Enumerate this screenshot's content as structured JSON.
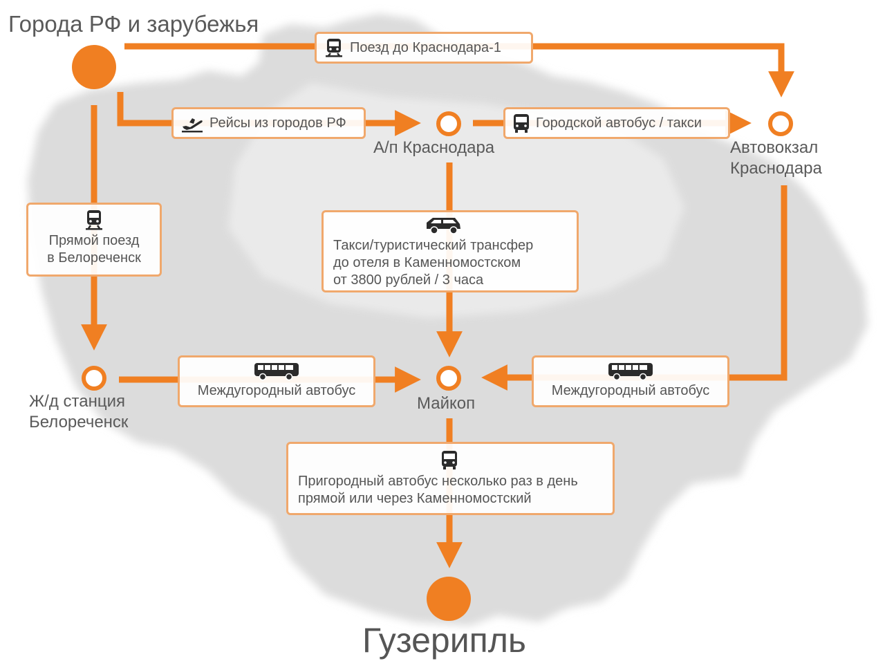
{
  "origin": {
    "label": "Города РФ и зарубежья"
  },
  "destination": {
    "label": "Гузерипль"
  },
  "nodes": {
    "airport": "А/п Краснодара",
    "bus_station_line1": "Автовокзал",
    "bus_station_line2": "Краснодара",
    "maikop": "Майкоп",
    "belorechensk_line1": "Ж/д станция",
    "belorechensk_line2": "Белореченск"
  },
  "routes": {
    "train_krasnodar": {
      "icon": "train-icon",
      "label": "Поезд до Краснодара-1"
    },
    "flights": {
      "icon": "airplane-icon",
      "label": "Рейсы из городов РФ"
    },
    "city_bus_taxi": {
      "icon": "bus-icon",
      "label": "Городской автобус / такси"
    },
    "direct_train": {
      "icon": "train-icon",
      "line1": "Прямой поезд",
      "line2": "в Белореченск"
    },
    "transfer": {
      "icon": "car-icon",
      "line1": "Такси/туристический трансфер",
      "line2": "до отеля в Каменномостском",
      "line3": "от 3800 рублей / 3 часа"
    },
    "intercity_bus_left": {
      "icon": "coach-icon",
      "label": "Междугородный автобус"
    },
    "intercity_bus_right": {
      "icon": "coach-icon",
      "label": "Междугородный автобус"
    },
    "suburban_bus": {
      "icon": "bus-icon",
      "line1": "Пригородный автобус несколько раз в день",
      "line2": "прямой или через Каменномостский"
    }
  },
  "colors": {
    "accent": "#f07f22",
    "box_border": "#f0a86c",
    "map_fill": "#dedede",
    "text": "#555555",
    "icon": "#2b2b2b"
  }
}
